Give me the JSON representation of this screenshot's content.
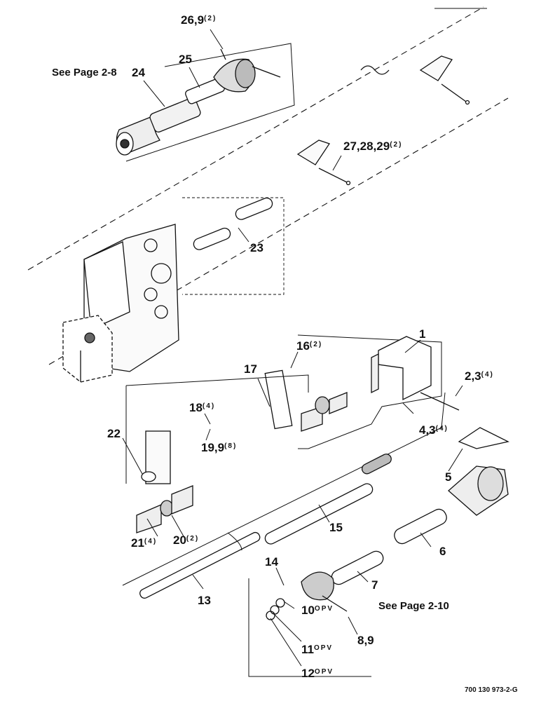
{
  "diagram": {
    "callouts": [
      {
        "id": "c26",
        "num": "26,9",
        "qty": "(2)"
      },
      {
        "id": "c25",
        "num": "25",
        "qty": ""
      },
      {
        "id": "c24",
        "num": "24",
        "qty": ""
      },
      {
        "id": "c27",
        "num": "27,28,29",
        "qty": "(2)"
      },
      {
        "id": "c23",
        "num": "23",
        "qty": ""
      },
      {
        "id": "c1",
        "num": "1",
        "qty": ""
      },
      {
        "id": "c16",
        "num": "16",
        "qty": "(2)"
      },
      {
        "id": "c17",
        "num": "17",
        "qty": ""
      },
      {
        "id": "c2",
        "num": "2,3",
        "qty": "(4)"
      },
      {
        "id": "c18",
        "num": "18",
        "qty": "(4)"
      },
      {
        "id": "c22",
        "num": "22",
        "qty": ""
      },
      {
        "id": "c4",
        "num": "4,3",
        "qty": "(4)"
      },
      {
        "id": "c19",
        "num": "19,9",
        "qty": "(8)"
      },
      {
        "id": "c5",
        "num": "5",
        "qty": ""
      },
      {
        "id": "c15",
        "num": "15",
        "qty": ""
      },
      {
        "id": "c6",
        "num": "6",
        "qty": ""
      },
      {
        "id": "c21",
        "num": "21",
        "qty": "(4)"
      },
      {
        "id": "c20",
        "num": "20",
        "qty": "(2)"
      },
      {
        "id": "c14",
        "num": "14",
        "qty": ""
      },
      {
        "id": "c7",
        "num": "7",
        "qty": ""
      },
      {
        "id": "c13",
        "num": "13",
        "qty": ""
      },
      {
        "id": "c10",
        "num": "10",
        "qty": "OPV"
      },
      {
        "id": "c8",
        "num": "8,9",
        "qty": ""
      },
      {
        "id": "c11",
        "num": "11",
        "qty": "OPV"
      },
      {
        "id": "c12",
        "num": "12",
        "qty": "OPV"
      }
    ],
    "notes": {
      "see_page_top": "See Page 2-8",
      "see_page_bottom": "See Page 2-10",
      "figure_id": "700 130 973-2-G"
    }
  }
}
